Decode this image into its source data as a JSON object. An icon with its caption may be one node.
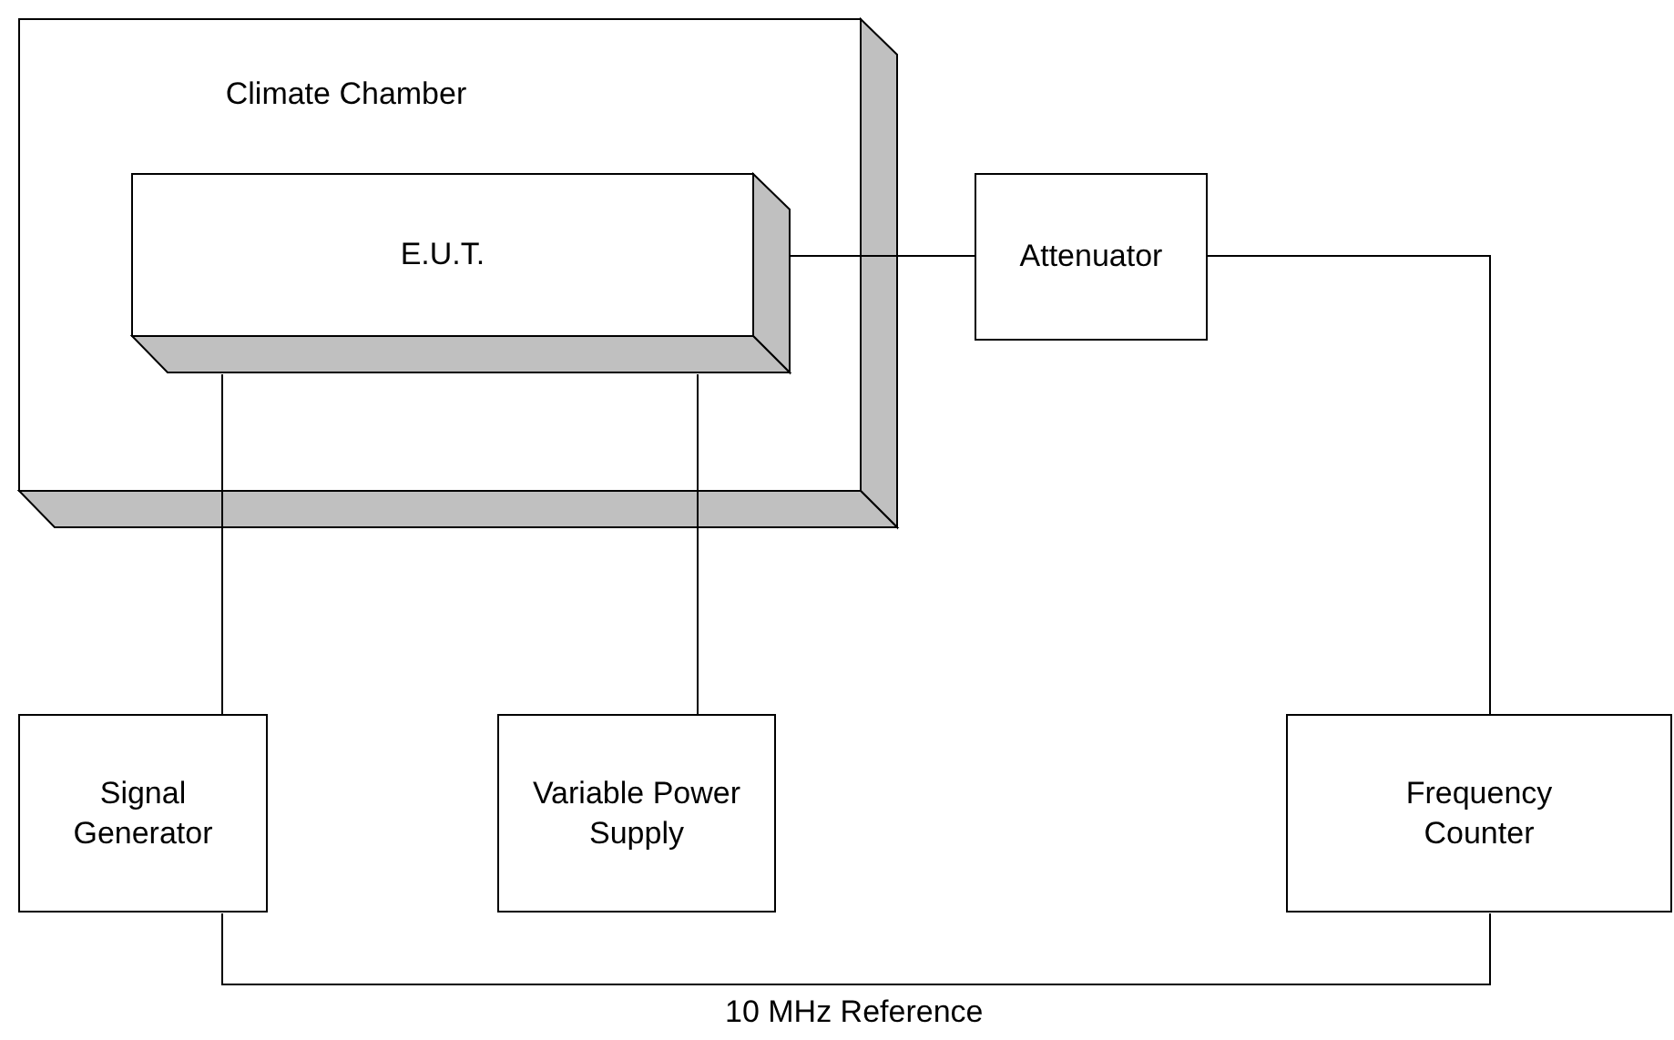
{
  "diagram": {
    "nodes": [
      {
        "text": [
          "Climate Chamber"
        ]
      },
      {
        "text": [
          "E.U.T."
        ],
        "in": 0
      },
      {
        "text": [
          "Attenuator"
        ]
      },
      {
        "text": [
          "Signal Generator"
        ]
      },
      {
        "text": [
          "Variable Power Supply"
        ]
      },
      {
        "text": [
          "Frequency Counter"
        ]
      }
    ],
    "edges": [
      {
        "from": 1,
        "to": 2,
        "arrow": "none"
      },
      {
        "from": 1,
        "to": 3,
        "arrow": "none"
      },
      {
        "from": 1,
        "to": 4,
        "arrow": "none"
      },
      {
        "from": 2,
        "to": 5,
        "arrow": "none"
      },
      {
        "from": 3,
        "to": 5,
        "arrow": "none",
        "label": "10 MHz Reference"
      }
    ]
  }
}
